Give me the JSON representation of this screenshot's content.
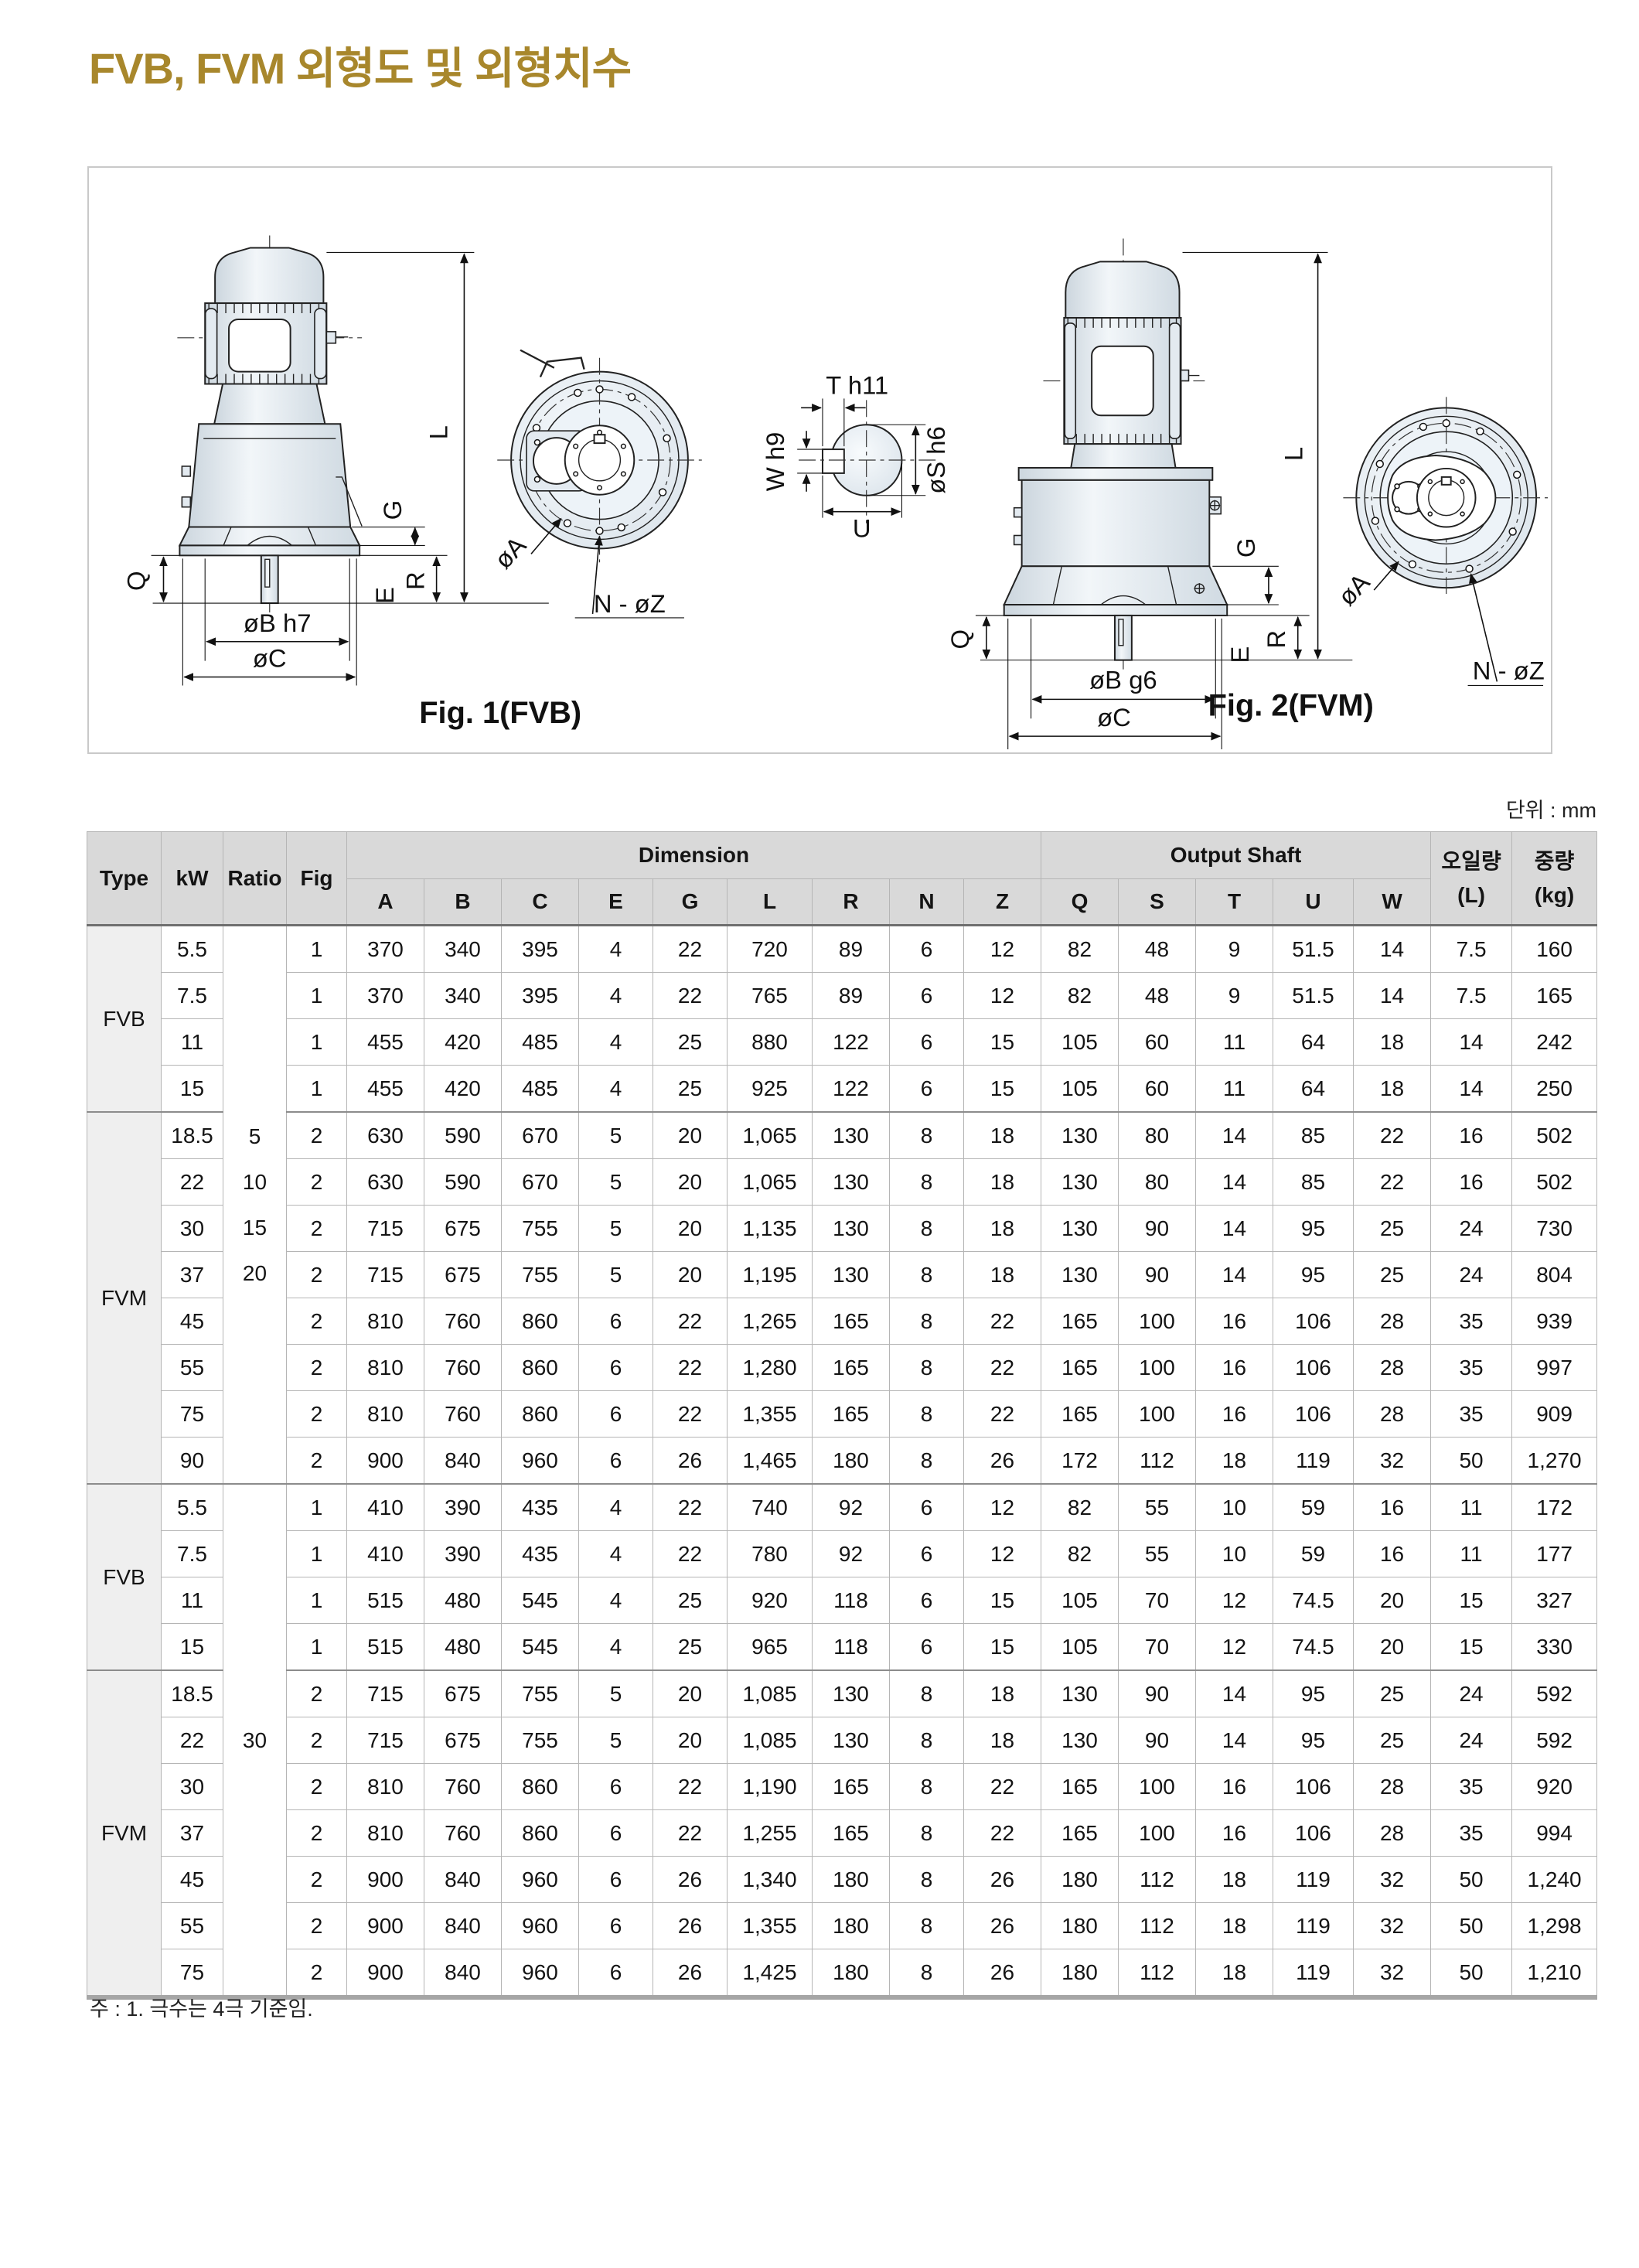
{
  "page": {
    "title": "FVB, FVM 외형도 및 외형치수",
    "unit_label": "단위 : mm",
    "note": "주 : 1. 극수는 4극 기준임."
  },
  "figures": {
    "fig1": {
      "caption": "Fig. 1(FVB)",
      "labels": {
        "L": "L",
        "Q": "Q",
        "G": "G",
        "R": "R",
        "E": "E",
        "bore": "øB h7",
        "outer": "øC",
        "pitch": "øA",
        "bolts": "N - øZ"
      }
    },
    "fig2": {
      "caption": "Fig. 2(FVM)",
      "labels": {
        "L": "L",
        "Q": "Q",
        "G": "G",
        "R": "R",
        "E": "E",
        "bore": "øB g6",
        "outer": "øC",
        "pitch": "øA",
        "bolts": "N - øZ"
      }
    },
    "shaft_detail": {
      "labels": {
        "key_width": "T h11",
        "key_height": "W h9",
        "diameter": "øS h6",
        "length": "U"
      }
    }
  },
  "table": {
    "header": {
      "type": "Type",
      "kw": "kW",
      "ratio": "Ratio",
      "fig": "Fig",
      "dimension": "Dimension",
      "output_shaft": "Output Shaft",
      "oil_line1": "오일량",
      "oil_line2": "(L)",
      "weight_line1": "중량",
      "weight_line2": "(kg)",
      "sub_cols": [
        "A",
        "B",
        "C",
        "E",
        "G",
        "L",
        "R",
        "N",
        "Z",
        "Q",
        "S",
        "T",
        "U",
        "W"
      ]
    },
    "blocks": [
      {
        "ratio_lines": [
          "5",
          "10",
          "15",
          "20"
        ],
        "groups": [
          {
            "type": "FVB",
            "rows": [
              {
                "kw": "5.5",
                "fig": "1",
                "values": [
                  "370",
                  "340",
                  "395",
                  "4",
                  "22",
                  "720",
                  "89",
                  "6",
                  "12",
                  "82",
                  "48",
                  "9",
                  "51.5",
                  "14"
                ],
                "oil": "7.5",
                "kg": "160"
              },
              {
                "kw": "7.5",
                "fig": "1",
                "values": [
                  "370",
                  "340",
                  "395",
                  "4",
                  "22",
                  "765",
                  "89",
                  "6",
                  "12",
                  "82",
                  "48",
                  "9",
                  "51.5",
                  "14"
                ],
                "oil": "7.5",
                "kg": "165"
              },
              {
                "kw": "11",
                "fig": "1",
                "values": [
                  "455",
                  "420",
                  "485",
                  "4",
                  "25",
                  "880",
                  "122",
                  "6",
                  "15",
                  "105",
                  "60",
                  "11",
                  "64",
                  "18"
                ],
                "oil": "14",
                "kg": "242"
              },
              {
                "kw": "15",
                "fig": "1",
                "values": [
                  "455",
                  "420",
                  "485",
                  "4",
                  "25",
                  "925",
                  "122",
                  "6",
                  "15",
                  "105",
                  "60",
                  "11",
                  "64",
                  "18"
                ],
                "oil": "14",
                "kg": "250"
              }
            ]
          },
          {
            "type": "FVM",
            "rows": [
              {
                "kw": "18.5",
                "fig": "2",
                "values": [
                  "630",
                  "590",
                  "670",
                  "5",
                  "20",
                  "1,065",
                  "130",
                  "8",
                  "18",
                  "130",
                  "80",
                  "14",
                  "85",
                  "22"
                ],
                "oil": "16",
                "kg": "502"
              },
              {
                "kw": "22",
                "fig": "2",
                "values": [
                  "630",
                  "590",
                  "670",
                  "5",
                  "20",
                  "1,065",
                  "130",
                  "8",
                  "18",
                  "130",
                  "80",
                  "14",
                  "85",
                  "22"
                ],
                "oil": "16",
                "kg": "502"
              },
              {
                "kw": "30",
                "fig": "2",
                "values": [
                  "715",
                  "675",
                  "755",
                  "5",
                  "20",
                  "1,135",
                  "130",
                  "8",
                  "18",
                  "130",
                  "90",
                  "14",
                  "95",
                  "25"
                ],
                "oil": "24",
                "kg": "730"
              },
              {
                "kw": "37",
                "fig": "2",
                "values": [
                  "715",
                  "675",
                  "755",
                  "5",
                  "20",
                  "1,195",
                  "130",
                  "8",
                  "18",
                  "130",
                  "90",
                  "14",
                  "95",
                  "25"
                ],
                "oil": "24",
                "kg": "804"
              },
              {
                "kw": "45",
                "fig": "2",
                "values": [
                  "810",
                  "760",
                  "860",
                  "6",
                  "22",
                  "1,265",
                  "165",
                  "8",
                  "22",
                  "165",
                  "100",
                  "16",
                  "106",
                  "28"
                ],
                "oil": "35",
                "kg": "939"
              },
              {
                "kw": "55",
                "fig": "2",
                "values": [
                  "810",
                  "760",
                  "860",
                  "6",
                  "22",
                  "1,280",
                  "165",
                  "8",
                  "22",
                  "165",
                  "100",
                  "16",
                  "106",
                  "28"
                ],
                "oil": "35",
                "kg": "997"
              },
              {
                "kw": "75",
                "fig": "2",
                "values": [
                  "810",
                  "760",
                  "860",
                  "6",
                  "22",
                  "1,355",
                  "165",
                  "8",
                  "22",
                  "165",
                  "100",
                  "16",
                  "106",
                  "28"
                ],
                "oil": "35",
                "kg": "909"
              },
              {
                "kw": "90",
                "fig": "2",
                "values": [
                  "900",
                  "840",
                  "960",
                  "6",
                  "26",
                  "1,465",
                  "180",
                  "8",
                  "26",
                  "172",
                  "112",
                  "18",
                  "119",
                  "32"
                ],
                "oil": "50",
                "kg": "1,270"
              }
            ]
          }
        ]
      },
      {
        "ratio_lines": [
          "30"
        ],
        "groups": [
          {
            "type": "FVB",
            "rows": [
              {
                "kw": "5.5",
                "fig": "1",
                "values": [
                  "410",
                  "390",
                  "435",
                  "4",
                  "22",
                  "740",
                  "92",
                  "6",
                  "12",
                  "82",
                  "55",
                  "10",
                  "59",
                  "16"
                ],
                "oil": "11",
                "kg": "172"
              },
              {
                "kw": "7.5",
                "fig": "1",
                "values": [
                  "410",
                  "390",
                  "435",
                  "4",
                  "22",
                  "780",
                  "92",
                  "6",
                  "12",
                  "82",
                  "55",
                  "10",
                  "59",
                  "16"
                ],
                "oil": "11",
                "kg": "177"
              },
              {
                "kw": "11",
                "fig": "1",
                "values": [
                  "515",
                  "480",
                  "545",
                  "4",
                  "25",
                  "920",
                  "118",
                  "6",
                  "15",
                  "105",
                  "70",
                  "12",
                  "74.5",
                  "20"
                ],
                "oil": "15",
                "kg": "327"
              },
              {
                "kw": "15",
                "fig": "1",
                "values": [
                  "515",
                  "480",
                  "545",
                  "4",
                  "25",
                  "965",
                  "118",
                  "6",
                  "15",
                  "105",
                  "70",
                  "12",
                  "74.5",
                  "20"
                ],
                "oil": "15",
                "kg": "330"
              }
            ]
          },
          {
            "type": "FVM",
            "rows": [
              {
                "kw": "18.5",
                "fig": "2",
                "values": [
                  "715",
                  "675",
                  "755",
                  "5",
                  "20",
                  "1,085",
                  "130",
                  "8",
                  "18",
                  "130",
                  "90",
                  "14",
                  "95",
                  "25"
                ],
                "oil": "24",
                "kg": "592"
              },
              {
                "kw": "22",
                "fig": "2",
                "values": [
                  "715",
                  "675",
                  "755",
                  "5",
                  "20",
                  "1,085",
                  "130",
                  "8",
                  "18",
                  "130",
                  "90",
                  "14",
                  "95",
                  "25"
                ],
                "oil": "24",
                "kg": "592"
              },
              {
                "kw": "30",
                "fig": "2",
                "values": [
                  "810",
                  "760",
                  "860",
                  "6",
                  "22",
                  "1,190",
                  "165",
                  "8",
                  "22",
                  "165",
                  "100",
                  "16",
                  "106",
                  "28"
                ],
                "oil": "35",
                "kg": "920"
              },
              {
                "kw": "37",
                "fig": "2",
                "values": [
                  "810",
                  "760",
                  "860",
                  "6",
                  "22",
                  "1,255",
                  "165",
                  "8",
                  "22",
                  "165",
                  "100",
                  "16",
                  "106",
                  "28"
                ],
                "oil": "35",
                "kg": "994"
              },
              {
                "kw": "45",
                "fig": "2",
                "values": [
                  "900",
                  "840",
                  "960",
                  "6",
                  "26",
                  "1,340",
                  "180",
                  "8",
                  "26",
                  "180",
                  "112",
                  "18",
                  "119",
                  "32"
                ],
                "oil": "50",
                "kg": "1,240"
              },
              {
                "kw": "55",
                "fig": "2",
                "values": [
                  "900",
                  "840",
                  "960",
                  "6",
                  "26",
                  "1,355",
                  "180",
                  "8",
                  "26",
                  "180",
                  "112",
                  "18",
                  "119",
                  "32"
                ],
                "oil": "50",
                "kg": "1,298"
              },
              {
                "kw": "75",
                "fig": "2",
                "values": [
                  "900",
                  "840",
                  "960",
                  "6",
                  "26",
                  "1,425",
                  "180",
                  "8",
                  "26",
                  "180",
                  "112",
                  "18",
                  "119",
                  "32"
                ],
                "oil": "50",
                "kg": "1,210"
              }
            ]
          }
        ]
      }
    ]
  }
}
